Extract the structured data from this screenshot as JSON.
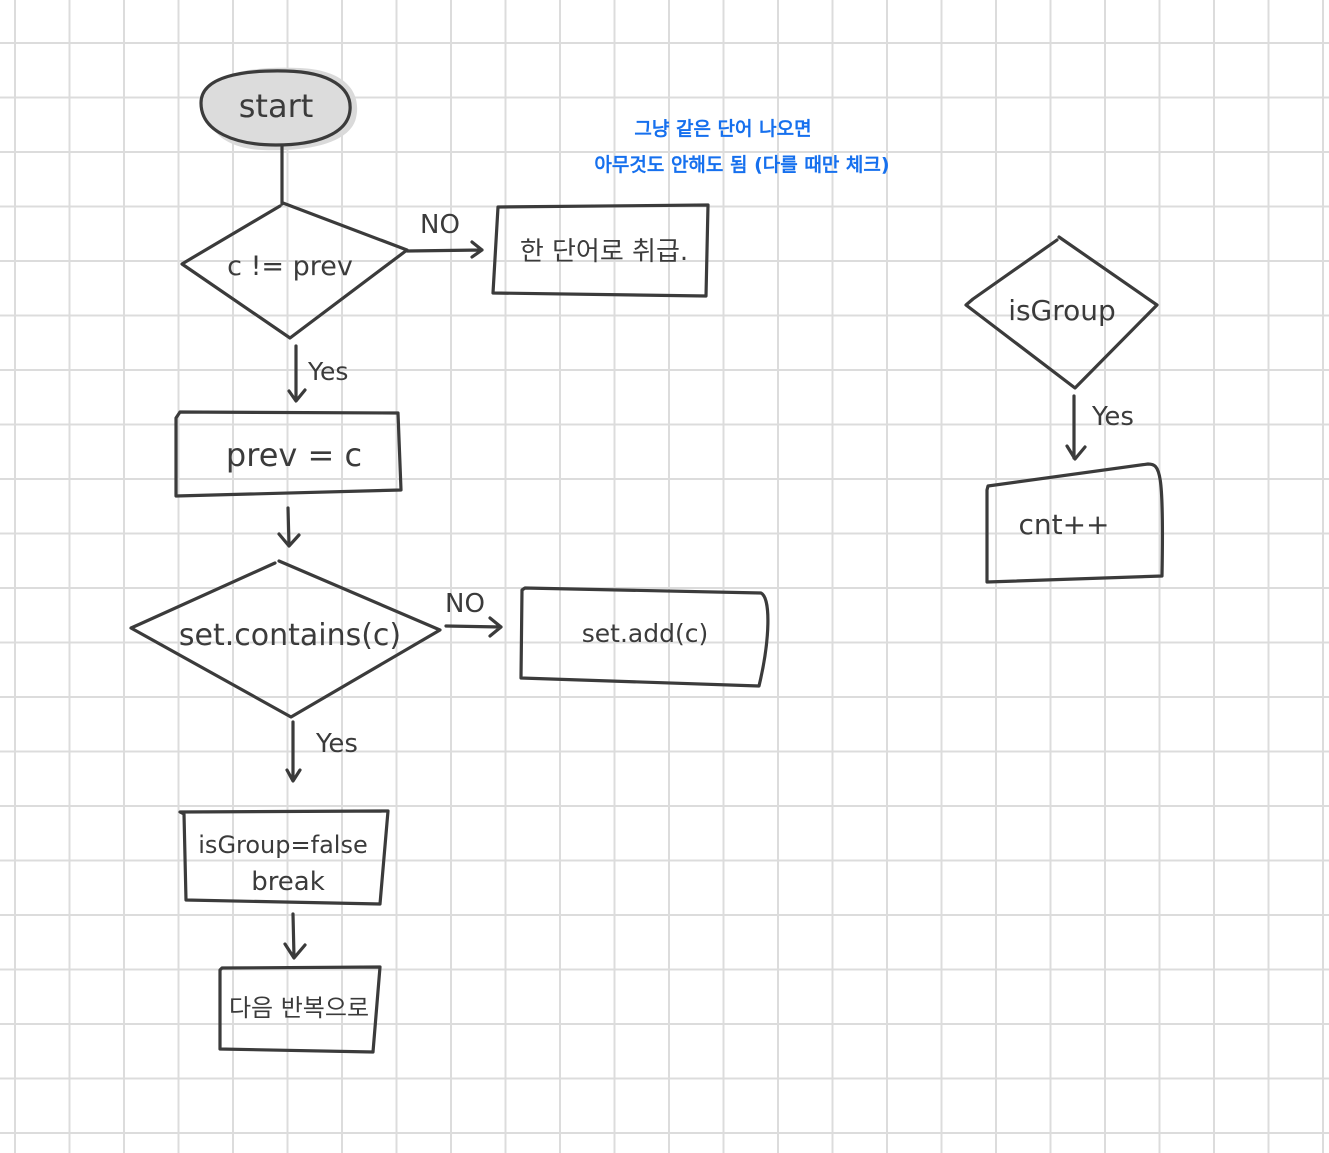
{
  "flowchart": {
    "start": "start",
    "decision_1": "c != prev",
    "label_no_1": "NO",
    "process_single_word": "한 단어로 취급.",
    "label_yes_1": "Yes",
    "process_prev": "prev = c",
    "decision_2": "set.contains(c)",
    "label_no_2": "NO",
    "process_add": "set.add(c)",
    "label_yes_2": "Yes",
    "process_break_line1": "isGroup=false",
    "process_break_line2": "break",
    "process_next": "다음 반복으로",
    "decision_3": "isGroup",
    "label_yes_3": "Yes",
    "process_count": "cnt++"
  },
  "note": {
    "line1": "그냥 같은 단어 나오면",
    "line2": "아무것도 안해도 됨 (다를 때만 체크)"
  },
  "colors": {
    "ink": "#3b3b3b",
    "note": "#1670ee",
    "start_fill": "#dcdcdc",
    "grid": "#dcdcdc"
  }
}
